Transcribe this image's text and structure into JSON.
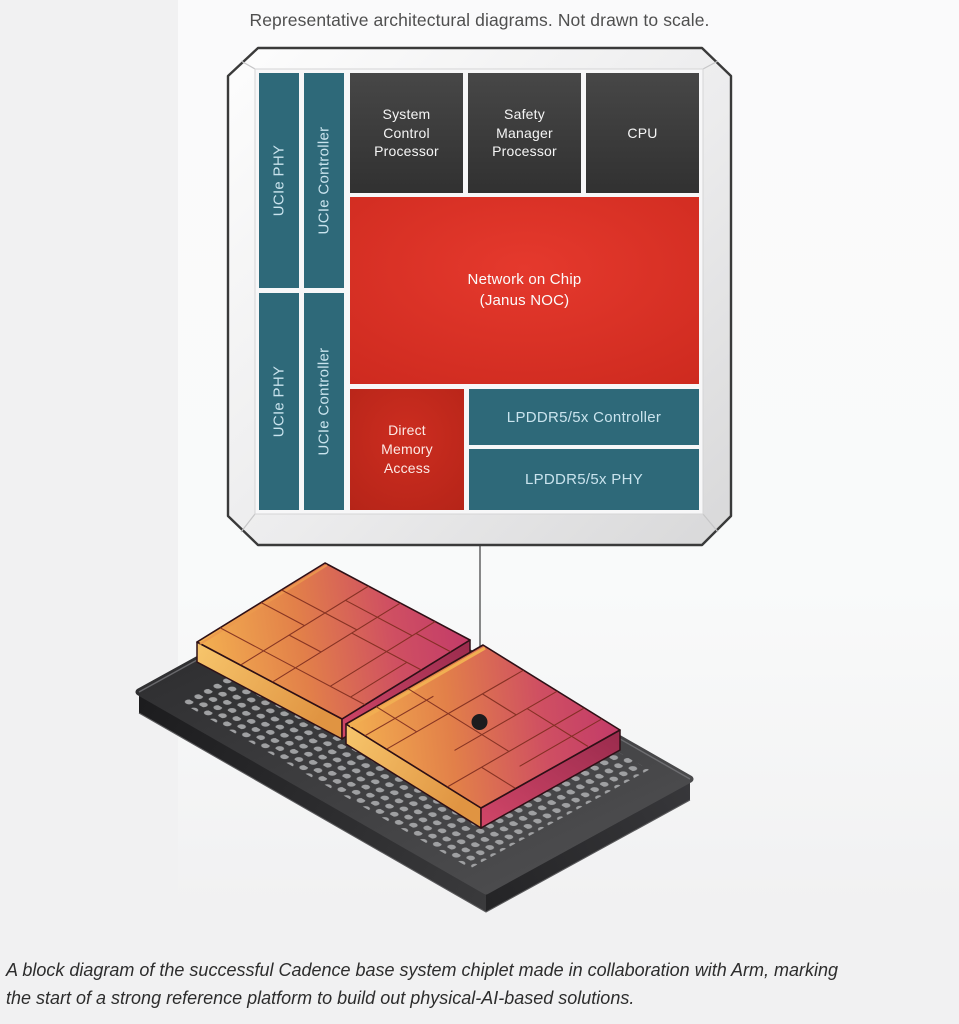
{
  "figure": {
    "title": "Representative architectural diagrams. Not drawn to scale.",
    "caption": "A block diagram of the successful Cadence base system chiplet made in collaboration with Arm, marking\nthe start of a strong reference platform to build out physical-AI-based solutions."
  },
  "diagram": {
    "blocks": {
      "ucie_phy_top": "UCIe PHY",
      "ucie_ctrl_top": "UCIe Controller",
      "ucie_phy_bottom": "UCIe PHY",
      "ucie_ctrl_bottom": "UCIe Controller",
      "system_control_processor": "System\nControl\nProcessor",
      "safety_manager_processor": "Safety\nManager\nProcessor",
      "cpu": "CPU",
      "noc": "Network on Chip\n(Janus NOC)",
      "dma": "Direct\nMemory\nAccess",
      "lpddr_controller": "LPDDR5/5x Controller",
      "lpddr_phy": "LPDDR5/5x PHY"
    }
  },
  "colors": {
    "page_background": "#f1f1f2",
    "panel_background": "#fafafb",
    "teal": "#2e6979",
    "teal_text": "#c9e3ed",
    "block_dark": "#3b3b3b",
    "noc_red": "#e5392d",
    "noc_red_edge": "#cc291e",
    "dma_red": "#cc2d20",
    "dma_red_edge": "#b22317",
    "package_outline": "#3a3a3a",
    "substrate_dark": "#2f2f31",
    "substrate_light": "#4b4b4d",
    "dot_gray": "#9fa0a2",
    "chiplet_yellow": "#f4b251",
    "chiplet_orange": "#e28049",
    "chiplet_pink": "#c23a69",
    "chiplet_side_yellow": "#f7c66c",
    "chiplet_side_crimson": "#d14668",
    "connector": "#4a4a4c"
  }
}
